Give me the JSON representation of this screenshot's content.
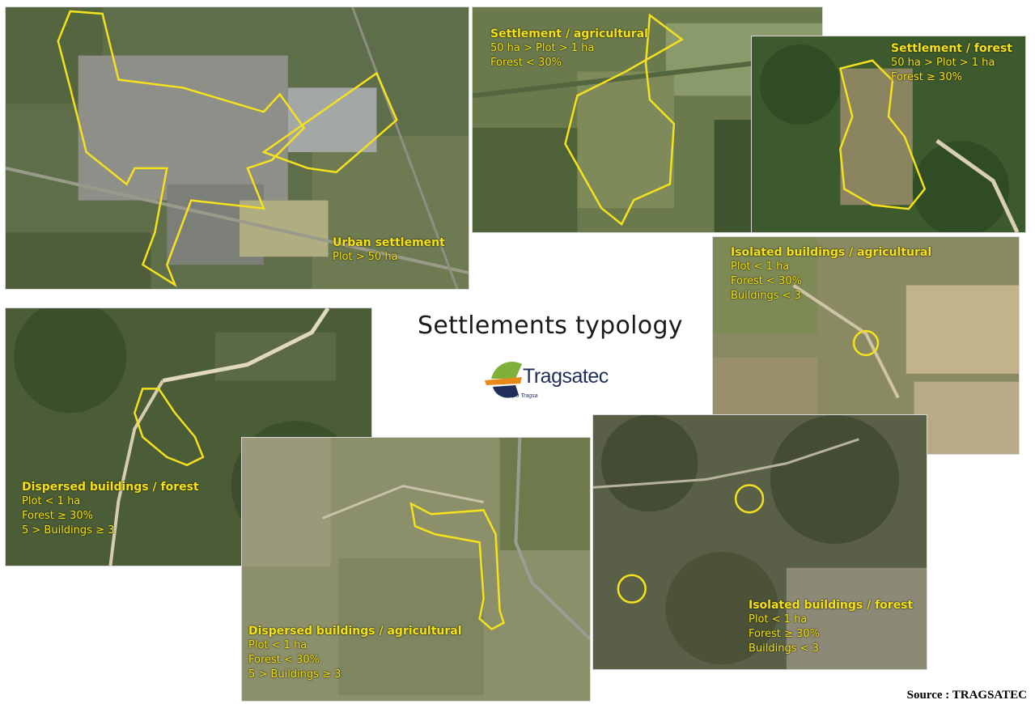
{
  "title": "Settlements typology",
  "logo": {
    "name": "Tragsatec",
    "subtitle": "Grupo Tragsa"
  },
  "source": "Source : TRAGSATEC",
  "panels": {
    "urban": {
      "title": "Urban settlement",
      "lines": [
        "Plot > 50 ha"
      ]
    },
    "settlement_agricultural": {
      "title": "Settlement / agricultural",
      "lines": [
        "50 ha > Plot > 1 ha",
        "Forest < 30%"
      ]
    },
    "settlement_forest": {
      "title": "Settlement / forest",
      "lines": [
        "50 ha > Plot > 1 ha",
        "Forest ≥ 30%"
      ]
    },
    "isolated_agricultural": {
      "title": "Isolated buildings / agricultural",
      "lines": [
        "Plot < 1 ha",
        "Forest < 30%",
        "Buildings < 3"
      ]
    },
    "dispersed_forest": {
      "title": "Dispersed buildings / forest",
      "lines": [
        "Plot < 1 ha",
        "Forest ≥ 30%",
        "5 > Buildings ≥ 3"
      ]
    },
    "dispersed_agricultural": {
      "title": "Dispersed buildings / agricultural",
      "lines": [
        "Plot < 1 ha",
        "Forest < 30%",
        "5 > Buildings ≥ 3"
      ]
    },
    "isolated_forest": {
      "title": "Isolated buildings / forest",
      "lines": [
        "Plot < 1 ha",
        "Forest ≥ 30%",
        "Buildings < 3"
      ]
    }
  },
  "colors": {
    "outline": "#f5e21c",
    "title_text": "#1a1a1a",
    "logo_navy": "#1f2f5a",
    "logo_green": "#7fb13a",
    "logo_orange": "#e88a1a"
  }
}
